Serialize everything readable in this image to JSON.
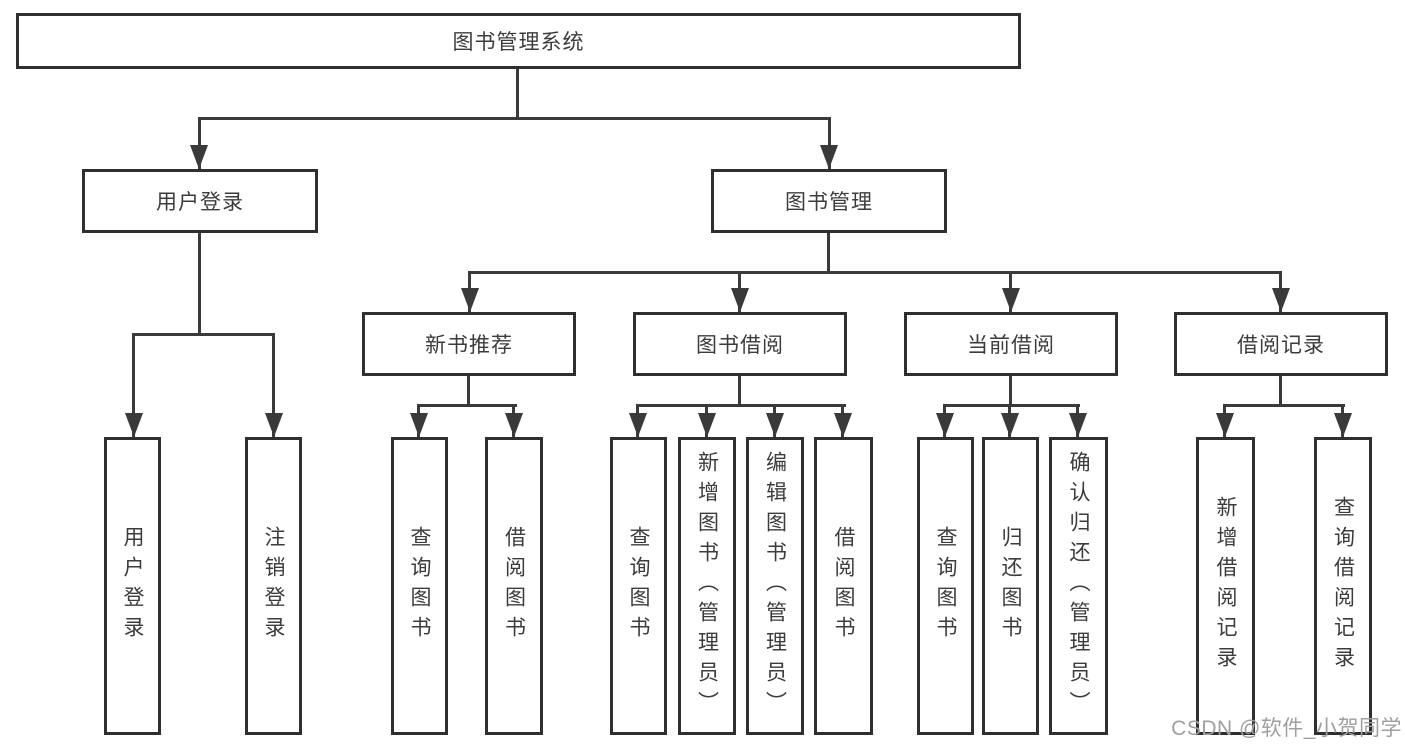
{
  "tree": {
    "root": "图书管理系统",
    "level2": [
      "用户登录",
      "图书管理"
    ],
    "level3": [
      "新书推荐",
      "图书借阅",
      "当前借阅",
      "借阅记录"
    ],
    "leaves": {
      "login": [
        "用户登录",
        "注销登录"
      ],
      "recommend": [
        "查询图书",
        "借阅图书"
      ],
      "borrow": [
        "查询图书",
        "新增图书（管理员）",
        "编辑图书（管理员）",
        "借阅图书"
      ],
      "current": [
        "查询图书",
        "归还图书",
        "确认归还（管理员）"
      ],
      "records": [
        "新增借阅记录",
        "查询借阅记录"
      ]
    }
  },
  "watermark": "CSDN @软件_小贺同学",
  "colors": {
    "line": "#3a3a3a",
    "box_border": "#2f2f2f",
    "text": "#3c3c3c",
    "watermark_text": "#9f9f9f",
    "background": "#ffffff"
  }
}
